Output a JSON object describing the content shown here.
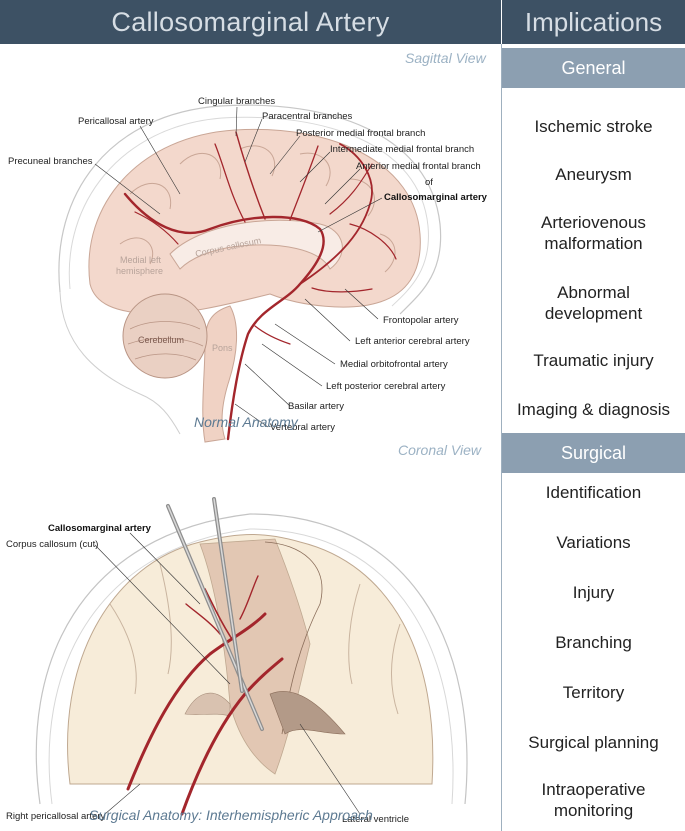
{
  "header": {
    "title": "Callosomarginal Artery",
    "implications_title": "Implications"
  },
  "sagittal": {
    "view_label": "Sagittal View",
    "caption": "Normal Anatomy",
    "labels": {
      "cingular": "Cingular branches",
      "pericallosal": "Pericallosal artery",
      "paracentral": "Paracentral branches",
      "posterior_medial": "Posterior medial frontal branch",
      "intermediate_medial": "Intermediate medial frontal branch",
      "precuneal": "Precuneal branches",
      "anterior_medial": "Anterior medial frontal branch",
      "of": "of",
      "callosomarginal": "Callosomarginal artery",
      "frontopolar": "Frontopolar artery",
      "left_anterior_cerebral": "Left anterior cerebral artery",
      "medial_orbitofrontal": "Medial orbitofrontal artery",
      "left_posterior_cerebral": "Left posterior cerebral artery",
      "basilar": "Basilar artery",
      "vertebral": "Vertebral artery",
      "corpus_callosum": "Corpus callosum",
      "medial_left": "Medial left",
      "hemisphere": "hemisphere",
      "cerebellum": "Cerebellum",
      "pons": "Pons"
    }
  },
  "coronal": {
    "view_label": "Coronal View",
    "caption": "Surgical Anatomy: Interhemispheric Approach",
    "labels": {
      "callosomarginal": "Callosomarginal artery",
      "corpus_callosum_cut": "Corpus callosum (cut)",
      "right_pericallosal": "Right pericallosal artery",
      "lateral_ventricle": "Lateral ventricle"
    }
  },
  "implications": {
    "general": {
      "heading": "General",
      "items": [
        "Ischemic stroke",
        "Aneurysm",
        "Arteriovenous malformation",
        "Abnormal development",
        "Traumatic injury",
        "Imaging & diagnosis"
      ]
    },
    "surgical": {
      "heading": "Surgical",
      "items": [
        "Identification",
        "Variations",
        "Injury",
        "Branching",
        "Territory",
        "Surgical planning",
        "Intraoperative monitoring"
      ]
    }
  },
  "colors": {
    "header_bg": "#3d5164",
    "section_bg": "#8c9fb1",
    "artery": "#a3262c",
    "brain": "#f3d8cc"
  }
}
